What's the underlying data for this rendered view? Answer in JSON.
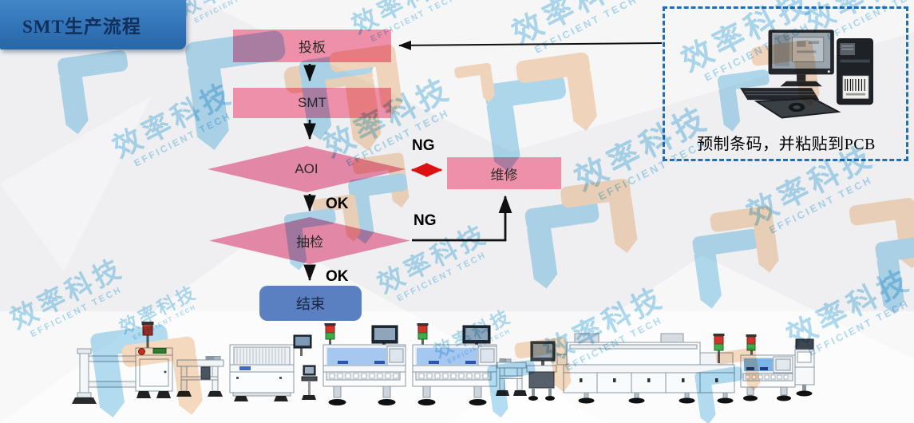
{
  "page": {
    "title": "SMT生产流程"
  },
  "flowchart": {
    "nodes": {
      "feed": {
        "label": "投板"
      },
      "smt": {
        "label": "SMT"
      },
      "aoi": {
        "label": "AOI"
      },
      "repair": {
        "label": "维修"
      },
      "sampling": {
        "label": "抽检"
      },
      "end": {
        "label": "结束"
      }
    },
    "edge_labels": {
      "aoi_ng": "NG",
      "aoi_ok": "OK",
      "sampling_ng": "NG",
      "sampling_ok": "OK"
    }
  },
  "barcode_panel": {
    "caption": "预制条码，并粘贴到PCB"
  },
  "watermark": {
    "cn": "效率科技",
    "en": "EFFICIENT TECH"
  },
  "colors": {
    "banner_blue": "#2e72b4",
    "node_pink": "#ee90a9",
    "diamond_pink": "#e287a5",
    "end_node_blue": "#5b80c2",
    "dashed_border_blue": "#1f6fb6",
    "ng_arrow_red": "#dd1111",
    "watermark_cyan": "#7ec7ea",
    "logo_peach": "#f7d6b6",
    "logo_blue": "#a7d9f1"
  }
}
